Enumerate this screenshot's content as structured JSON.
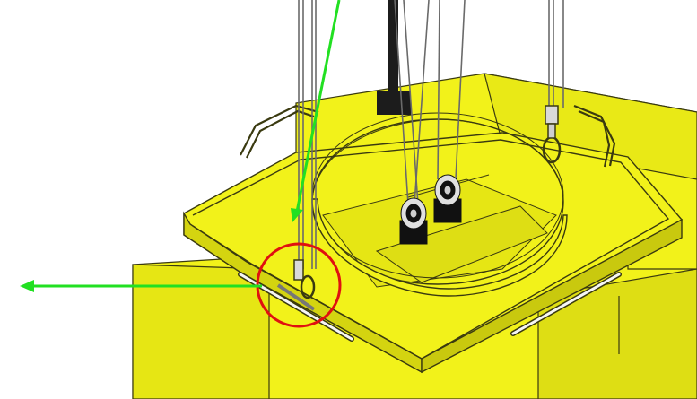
{
  "figure": {
    "kind": "technical CAD illustration",
    "colors": {
      "body": "#f2f21a",
      "body_dark": "#c9c90e",
      "body_shade": "#dede14",
      "outline": "#3a3a10",
      "cable": "#6a6a6a",
      "pulley_black": "#111111",
      "pulley_metal": "#d9d9d9",
      "arrow": "#22e022",
      "highlight_circle": "#e01010",
      "bracket": "#222222"
    },
    "icons": [
      "lifting-cable",
      "pulley",
      "swivel-hook",
      "carry-handle",
      "green-arrow",
      "red-highlight-circle"
    ]
  }
}
